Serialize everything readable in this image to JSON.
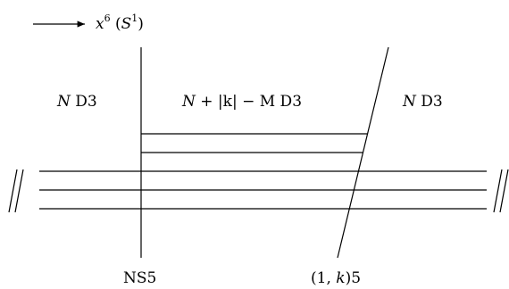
{
  "axis_label": {
    "var": "x",
    "exponent": "6",
    "open": " (",
    "circle": "S",
    "circle_exponent": "1",
    "close": ")"
  },
  "regions": {
    "left": {
      "n": "N",
      "brane": " D3"
    },
    "middle": {
      "n": "N",
      "rest": " + |k| − M",
      "brane": " D3"
    },
    "right": {
      "n": "N",
      "brane": " D3"
    }
  },
  "branes": {
    "ns5": "NS5",
    "one_k": {
      "open": "(1, ",
      "k": "k",
      "close": ")5"
    }
  }
}
